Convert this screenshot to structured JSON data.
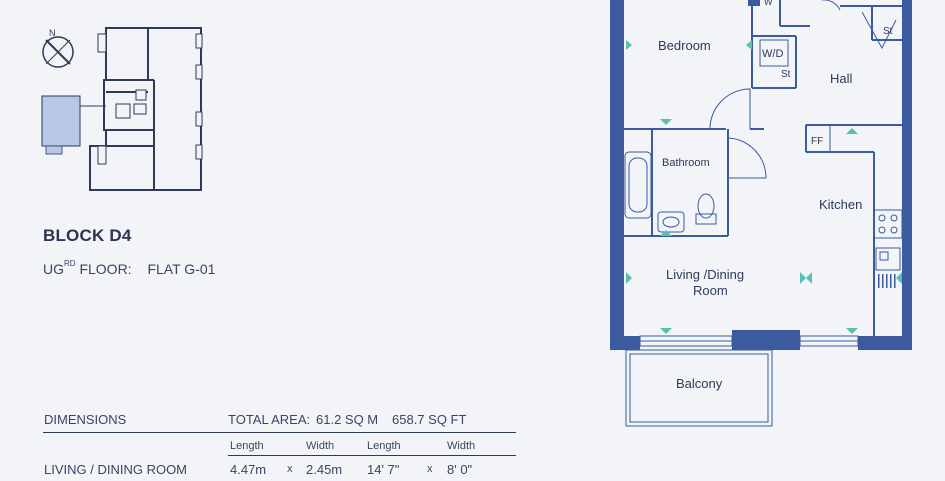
{
  "block": {
    "title": "BLOCK D4"
  },
  "floor": {
    "level": "UG",
    "level_sup": "RD",
    "floor_word": "FLOOR:",
    "flat": "FLAT G-01"
  },
  "dimensions": {
    "heading": "DIMENSIONS",
    "total_area_label": "TOTAL AREA:",
    "total_sqm": "61.2 SQ M",
    "total_sqft": "658.7 SQ FT",
    "col_headers": [
      "Length",
      "Width",
      "Length",
      "Width"
    ],
    "rows": [
      {
        "room": "LIVING / DINING ROOM",
        "length_m": "4.47m",
        "x1": "x",
        "width_m": "2.45m",
        "length_ft": "14' 7\"",
        "x2": "x",
        "width_ft": "8' 0\""
      }
    ]
  },
  "key_plan": {
    "north_label": "N"
  },
  "floor_plan": {
    "rooms": [
      "Bedroom",
      "W/D",
      "St",
      "St",
      "Hall",
      "Bathroom",
      "FF",
      "Kitchen",
      "Living /Dining",
      "Room",
      "Balcony",
      "W"
    ]
  },
  "colors": {
    "wall": "#3b5b9e",
    "accent": "#5bbfb5",
    "highlight": "#b7c8e6",
    "text": "#2d3a5a"
  }
}
